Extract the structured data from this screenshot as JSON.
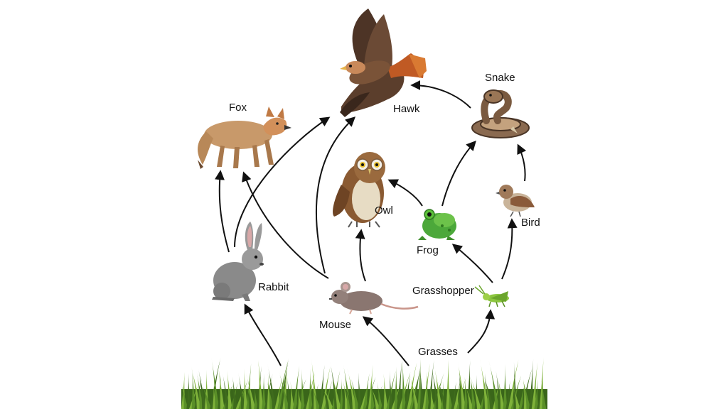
{
  "organisms": {
    "hawk": "Hawk",
    "snake": "Snake",
    "fox": "Fox",
    "owl": "Owl",
    "frog": "Frog",
    "bird": "Bird",
    "rabbit": "Rabbit",
    "mouse": "Mouse",
    "grasshopper": "Grasshopper",
    "grasses": "Grasses"
  },
  "links": [
    {
      "from": "grasses",
      "to": "rabbit"
    },
    {
      "from": "grasses",
      "to": "mouse"
    },
    {
      "from": "grasses",
      "to": "grasshopper"
    },
    {
      "from": "rabbit",
      "to": "fox"
    },
    {
      "from": "rabbit",
      "to": "hawk"
    },
    {
      "from": "mouse",
      "to": "fox"
    },
    {
      "from": "mouse",
      "to": "hawk"
    },
    {
      "from": "mouse",
      "to": "owl"
    },
    {
      "from": "grasshopper",
      "to": "frog"
    },
    {
      "from": "grasshopper",
      "to": "bird"
    },
    {
      "from": "frog",
      "to": "owl"
    },
    {
      "from": "frog",
      "to": "snake"
    },
    {
      "from": "bird",
      "to": "snake"
    },
    {
      "from": "snake",
      "to": "hawk"
    }
  ],
  "colors": {
    "arrow": "#111111",
    "grass_dark": "#3f6b1d",
    "grass_light": "#7fb23a"
  }
}
